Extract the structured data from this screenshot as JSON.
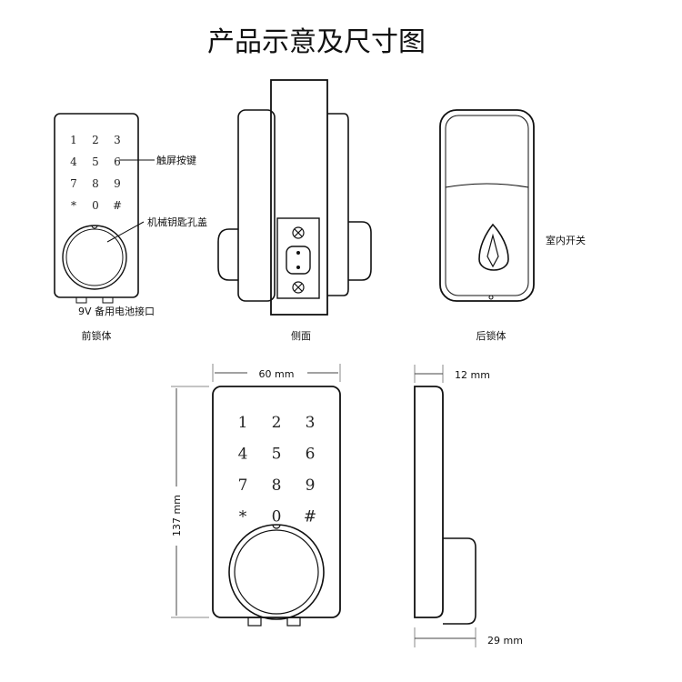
{
  "title": "产品示意及尺寸图",
  "front_view": {
    "caption": "前锁体",
    "keys": [
      "1",
      "2",
      "3",
      "4",
      "5",
      "6",
      "7",
      "8",
      "9",
      "*",
      "0",
      "#"
    ],
    "callouts": {
      "touch_keys": "触屏按键",
      "key_cover": "机械钥匙孔盖",
      "battery_port": "9V 备用电池接口"
    }
  },
  "side_view": {
    "caption": "侧面"
  },
  "back_view": {
    "caption": "后锁体",
    "callouts": {
      "indoor_switch": "室内开关"
    }
  },
  "dimension_front": {
    "keys": [
      "1",
      "2",
      "3",
      "4",
      "5",
      "6",
      "7",
      "8",
      "9",
      "*",
      "0",
      "#"
    ],
    "width_label": "60 mm",
    "height_label": "137 mm"
  },
  "dimension_side": {
    "thickness_label": "12 mm",
    "depth_label": "29 mm"
  }
}
